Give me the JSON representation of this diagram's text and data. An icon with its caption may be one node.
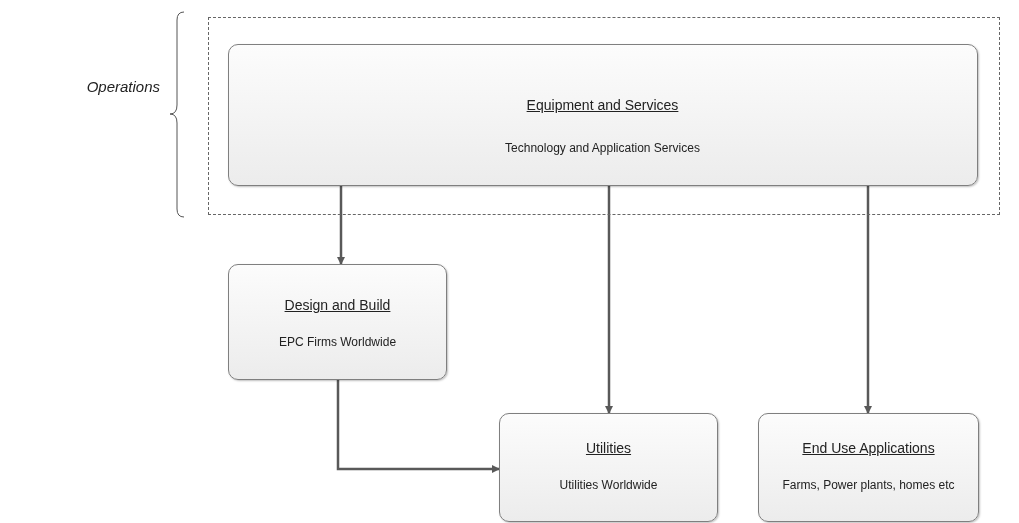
{
  "diagram": {
    "nodes": [
      {
        "text": [],
        "shape": "box"
      },
      {
        "text": [
          "Equipment and Services",
          "Technology and Application Services"
        ],
        "in": 0
      },
      {
        "text": [
          "Design and Build",
          "EPC Firms Worldwide"
        ]
      },
      {
        "text": [
          "Utilities",
          "Utilities Worldwide"
        ]
      },
      {
        "text": [
          "End Use Applications",
          "Farms, Power plants, homes etc"
        ]
      }
    ],
    "edges": [
      {
        "from": 1,
        "to": 2,
        "arrow": "to"
      },
      {
        "from": 1,
        "to": 3,
        "arrow": "to"
      },
      {
        "from": 1,
        "to": 4,
        "arrow": "to"
      },
      {
        "from": 2,
        "to": 3,
        "arrow": "to"
      }
    ],
    "labels": [
      "Operations"
    ]
  }
}
